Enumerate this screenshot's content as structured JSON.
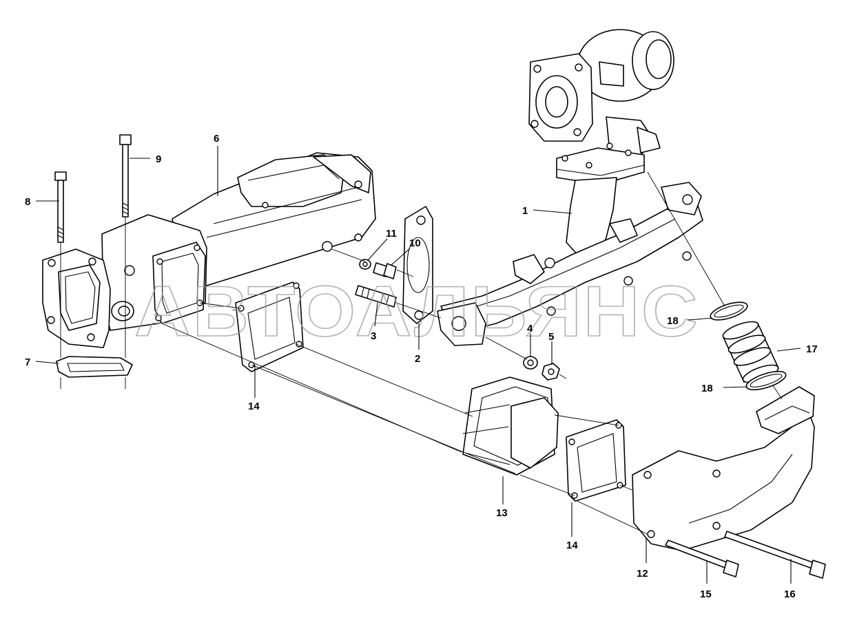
{
  "watermark": "АВТОАЛЬЯНС",
  "callouts": {
    "c1": "1",
    "c2": "2",
    "c3": "3",
    "c4": "4",
    "c5": "5",
    "c6": "6",
    "c7": "7",
    "c8": "8",
    "c9": "9",
    "c10": "10",
    "c11": "11",
    "c12": "12",
    "c13": "13",
    "c14a": "14",
    "c14b": "14",
    "c15": "15",
    "c16": "16",
    "c17": "17",
    "c18a": "18",
    "c18b": "18"
  }
}
